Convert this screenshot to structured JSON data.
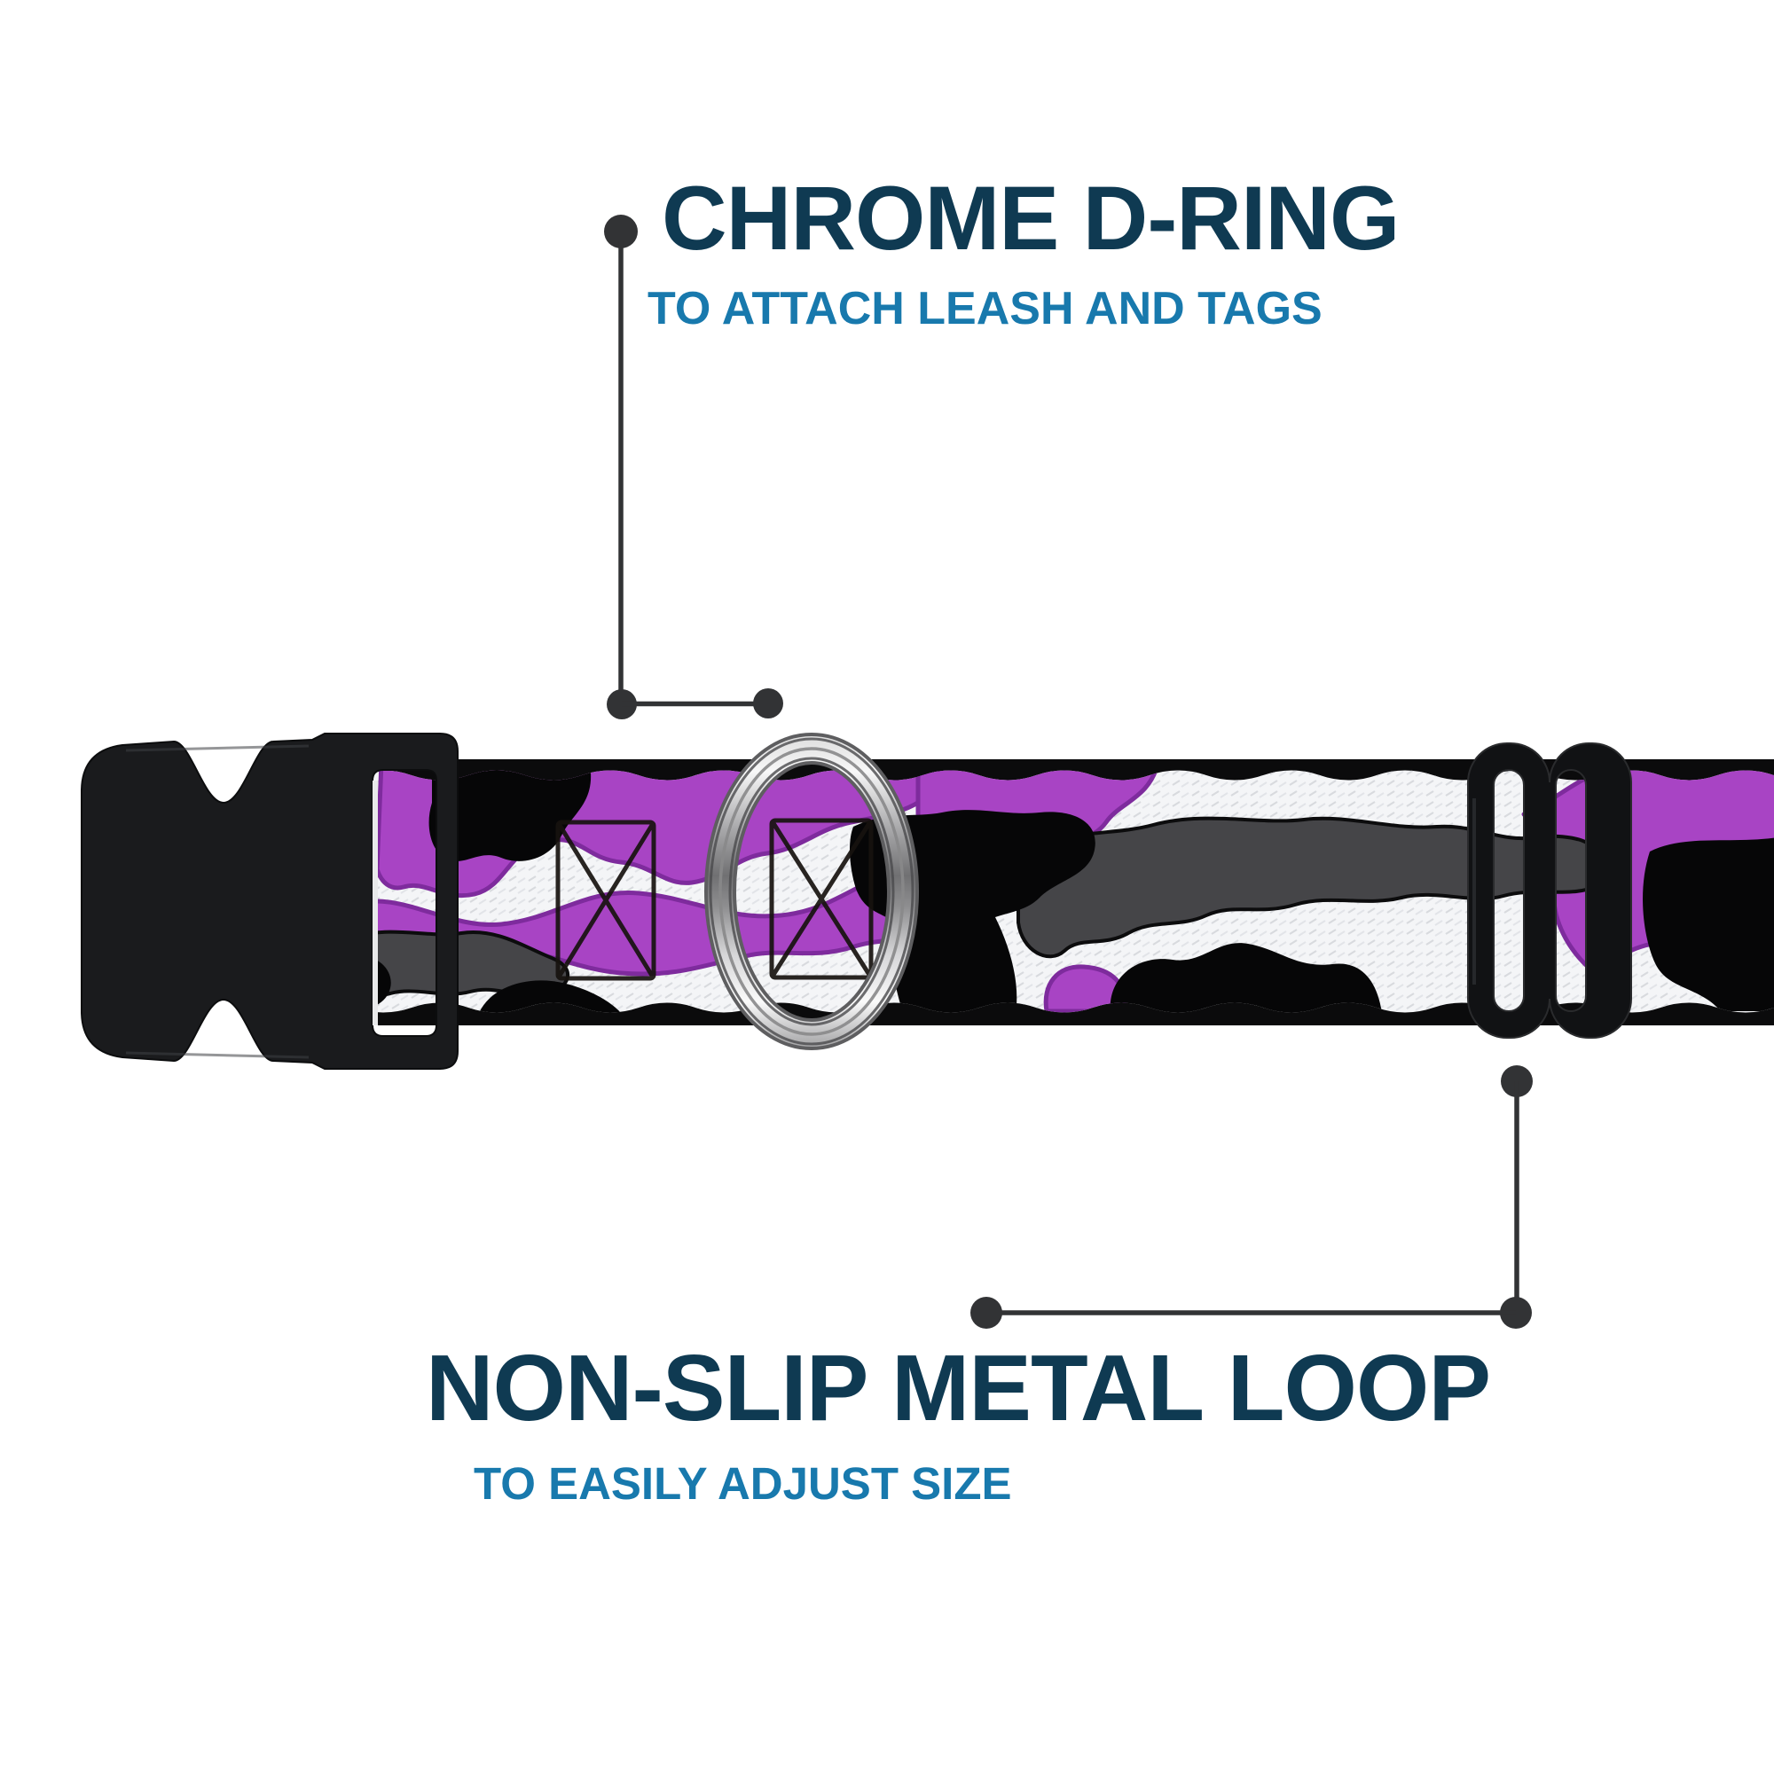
{
  "background_color": "#ffffff",
  "callouts": {
    "top": {
      "title": "CHROME D-RING",
      "subtitle": "TO ATTACH LEASH AND TAGS"
    },
    "bottom": {
      "title": "NON-SLIP METAL LOOP",
      "subtitle": "TO EASILY ADJUST SIZE"
    }
  },
  "colors": {
    "title_navy": "#0f3a52",
    "subtitle_blue": "#1879ad",
    "callout_line_gray": "#323335",
    "camo_purple": "#a844c4",
    "camo_purple_outline": "#7e2b9d",
    "camo_dark_gray": "#454548",
    "camo_black": "#060607",
    "webbing_white": "#f4f5f7",
    "webbing_edge_black": "#0b0b0c",
    "buckle_black": "#1a1b1d",
    "metal_loop_black": "#111214",
    "d_ring_chrome": "#c9c9c9"
  },
  "parts": {
    "buckle": "side-release-buckle",
    "d_ring": "chrome-d-ring",
    "metal_loop": "tri-glide-metal-loop",
    "webbing": "purple-camo-webbing"
  }
}
